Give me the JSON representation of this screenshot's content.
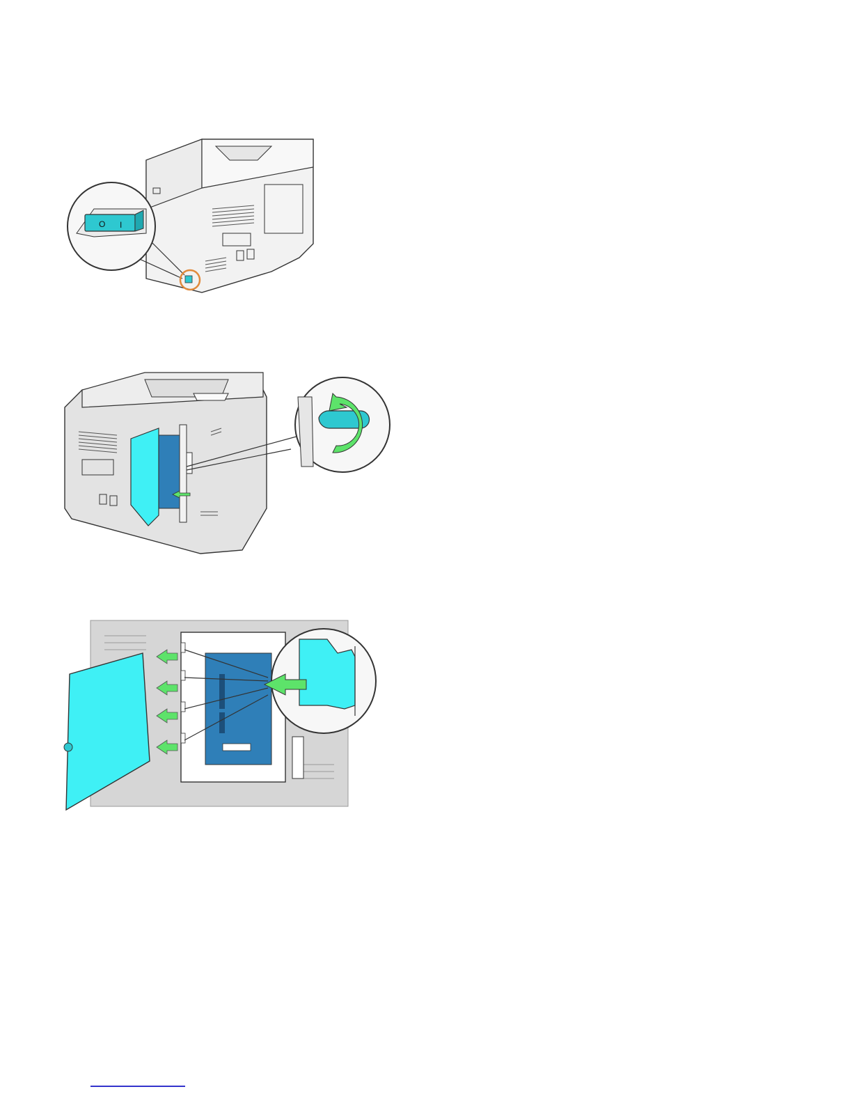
{
  "figures": [
    {
      "name": "power-switch-figure",
      "switch_off": "O",
      "switch_on": "I",
      "accent": "#2ec8d0",
      "callout": "#e08a3c"
    },
    {
      "name": "unscrew-cover-figure",
      "arrow": "#5de36a",
      "accent": "#2ec8d0"
    },
    {
      "name": "remove-cover-figure",
      "arrow": "#5de36a",
      "cover": "#3ff0f5"
    }
  ],
  "footer": {
    "link_text": ""
  }
}
